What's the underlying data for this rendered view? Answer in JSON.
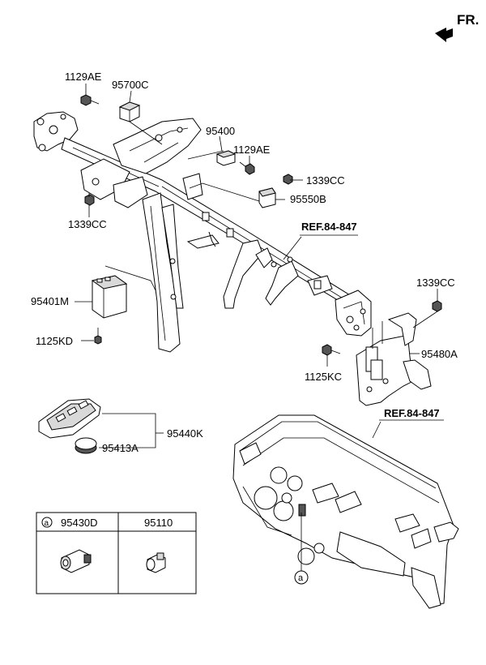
{
  "orientation": {
    "label": "FR."
  },
  "parts": {
    "bolt_1129AE_top": "1129AE",
    "switch_95700C": "95700C",
    "relay_95400": "95400",
    "bolt_1129AE_right": "1129AE",
    "nut_1339CC_upper_right": "1339CC",
    "unit_95550B": "95550B",
    "nut_1339CC_left": "1339CC",
    "ref_upper": "REF.84-847",
    "module_95401M": "95401M",
    "bolt_1125KD": "1125KD",
    "nut_1339CC_right": "1339CC",
    "bracket_95480A": "95480A",
    "bolt_1125KC": "1125KC",
    "key_95440K": "95440K",
    "battery_95413A": "95413A",
    "ref_lower": "REF.84-847"
  },
  "inset_table": {
    "circle_marker": "a",
    "col1_part": "95430D",
    "col2_part": "95110"
  },
  "dash_marker": "a"
}
